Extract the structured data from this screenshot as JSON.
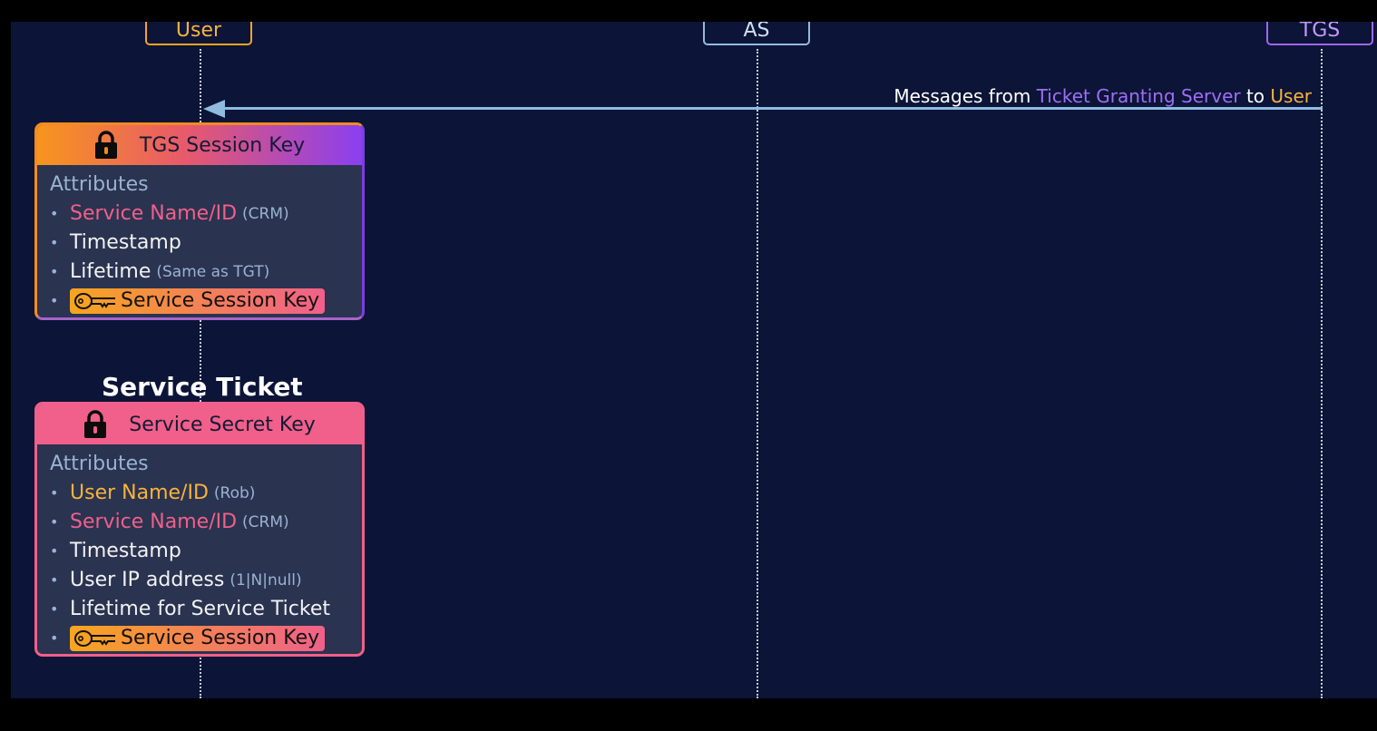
{
  "actors": {
    "user": "User",
    "as": "AS",
    "tgs": "TGS"
  },
  "message": {
    "prefix": "Messages from",
    "sender": "Ticket Granting Server",
    "middle": "to",
    "receiver": "User"
  },
  "tgs_card": {
    "title": "TGS Session Key",
    "attributes_label": "Attributes",
    "rows": [
      {
        "text": "Service Name/ID",
        "note": "(CRM)"
      },
      {
        "text": "Timestamp"
      },
      {
        "text": "Lifetime",
        "note": "(Same as TGT)"
      },
      {
        "text": "Service Session Key"
      }
    ]
  },
  "service_ticket": {
    "heading": "Service Ticket",
    "title": "Service Secret Key",
    "attributes_label": "Attributes",
    "rows": [
      {
        "text": "User Name/ID",
        "note": "(Rob)"
      },
      {
        "text": "Service Name/ID",
        "note": "(CRM)"
      },
      {
        "text": "Timestamp"
      },
      {
        "text": "User IP address",
        "note": "(1|N|null)"
      },
      {
        "text": "Lifetime for Service Ticket"
      },
      {
        "text": "Service Session Key"
      }
    ]
  },
  "icons": {
    "lock": "lock-icon",
    "key": "key-icon"
  },
  "colors": {
    "background": "#0c1437",
    "user": "#f7b33b",
    "as": "#8fbbe0",
    "tgs": "#9f6ef5",
    "service": "#f0608a"
  }
}
